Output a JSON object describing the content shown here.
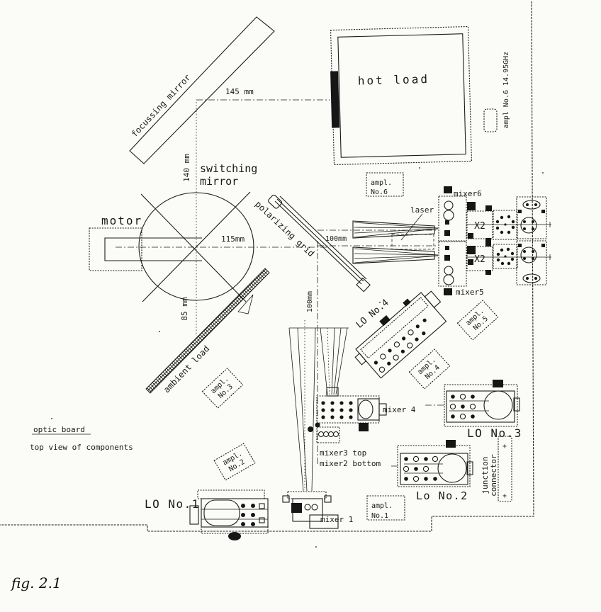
{
  "figure_caption": "fig. 2.1",
  "title_block": {
    "title": "optic board",
    "subtitle": "top view of components"
  },
  "optics": {
    "focussing_mirror": "focussing mirror",
    "switching_mirror_line1": "switching",
    "switching_mirror_line2": "mirror",
    "motor": "motor",
    "hot_load": "hot load",
    "ambient_load": "ambient load",
    "polarizing_grid": "polarizing grid",
    "laser": "laser"
  },
  "dimensions": {
    "top_horizontal": "145 mm",
    "top_vertical": "140 mm",
    "center": "115mm",
    "lower_vertical": "85 mm",
    "right_vertical": "100mm",
    "right_horizontal": "100mm"
  },
  "mixers": {
    "m6": "mixer6",
    "m5": "mixer5",
    "m4": "mixer 4",
    "m3": "mixer3 top",
    "m2": "mixer2 bottom",
    "m1": "mixer 1"
  },
  "multipliers": {
    "x2_upper": "X2",
    "x2_lower": "X2"
  },
  "local_oscillators": {
    "no4": "LO No.4",
    "no3": "LO No.3",
    "no2": "Lo No.2",
    "no1": "LO No.1"
  },
  "amplifiers": {
    "no6_line1": "ampl.",
    "no6_line2": "No.6",
    "no5_line1": "ampl.",
    "no5_line2": "No.5",
    "no4_line1": "ampl.",
    "no4_line2": "No.4",
    "no3_line1": "ampl.",
    "no3_line2": "No.3",
    "no2_line1": "ampl.",
    "no2_line2": "No.2",
    "no1_line1": "ampl.",
    "no1_line2": "No.1",
    "no6_side_note": "ampl  No.6  14.95GHz"
  },
  "junction": {
    "line1": "junction",
    "line2": "connector",
    "plus_top": "+",
    "plus_bottom": "+"
  }
}
